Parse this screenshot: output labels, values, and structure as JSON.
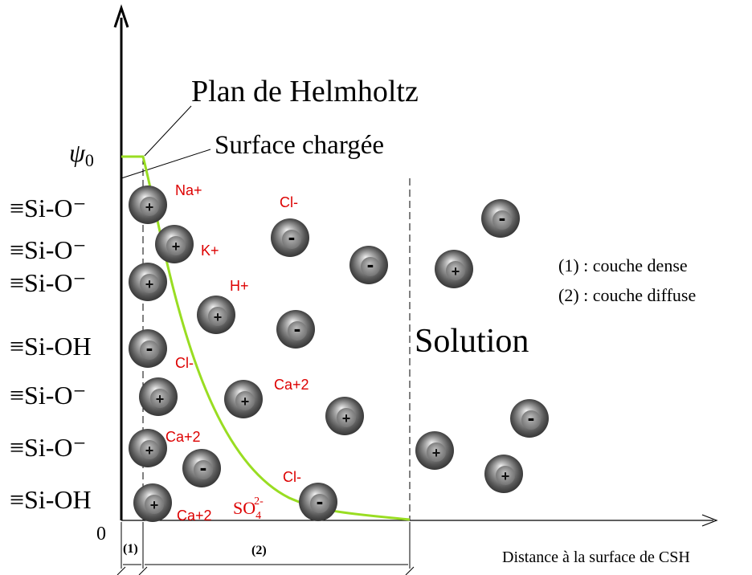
{
  "labels": {
    "helmholtz": "Plan de Helmholtz",
    "surface": "Surface chargée",
    "psi_symbol": "ψ",
    "psi_sub": "0",
    "solution": "Solution",
    "legend1": "(1) : couche dense",
    "legend2": "(2) : couche diffuse",
    "x_axis": "Distance à la surface de CSH",
    "origin": "0",
    "layer1": "(1)",
    "layer2": "(2)"
  },
  "surface_groups": [
    "≡Si-O⁻",
    "≡Si-O⁻",
    "≡Si-O⁻",
    "≡Si-OH",
    "≡Si-O⁻",
    "≡Si-O⁻",
    "≡Si-OH"
  ],
  "ions": [
    {
      "sign": "+",
      "label": "Na+"
    },
    {
      "sign": "+",
      "label": "K+"
    },
    {
      "sign": "+",
      "label": ""
    },
    {
      "sign": "-",
      "label": "Cl-"
    },
    {
      "sign": "+",
      "label": ""
    },
    {
      "sign": "+",
      "label": ""
    },
    {
      "sign": "+",
      "label": "Ca+2"
    },
    {
      "sign": "-",
      "label": ""
    },
    {
      "sign": "+",
      "label": ""
    },
    {
      "sign": "-",
      "label": "Cl-"
    },
    {
      "sign": "+",
      "label": "H+"
    },
    {
      "sign": "-",
      "label": ""
    },
    {
      "sign": "+",
      "label": ""
    },
    {
      "sign": "+",
      "label": "Ca+2"
    },
    {
      "sign": "-",
      "label": "Cl-"
    },
    {
      "sign": "-",
      "label": ""
    },
    {
      "sign": "+",
      "label": ""
    },
    {
      "sign": "-",
      "label": ""
    },
    {
      "sign": "+",
      "label": ""
    },
    {
      "sign": "-",
      "label": ""
    },
    {
      "sign": "+",
      "label": ""
    }
  ],
  "extra_labels": {
    "ca_bottom": "Ca+2",
    "sulfate_main": "SO",
    "sulfate_sub": "4",
    "sulfate_sup": "2-"
  },
  "colors": {
    "curve": "#99dd22",
    "ion_label": "#dd0000",
    "ion_dark": "#333333",
    "ion_light": "#e8e8e8"
  }
}
